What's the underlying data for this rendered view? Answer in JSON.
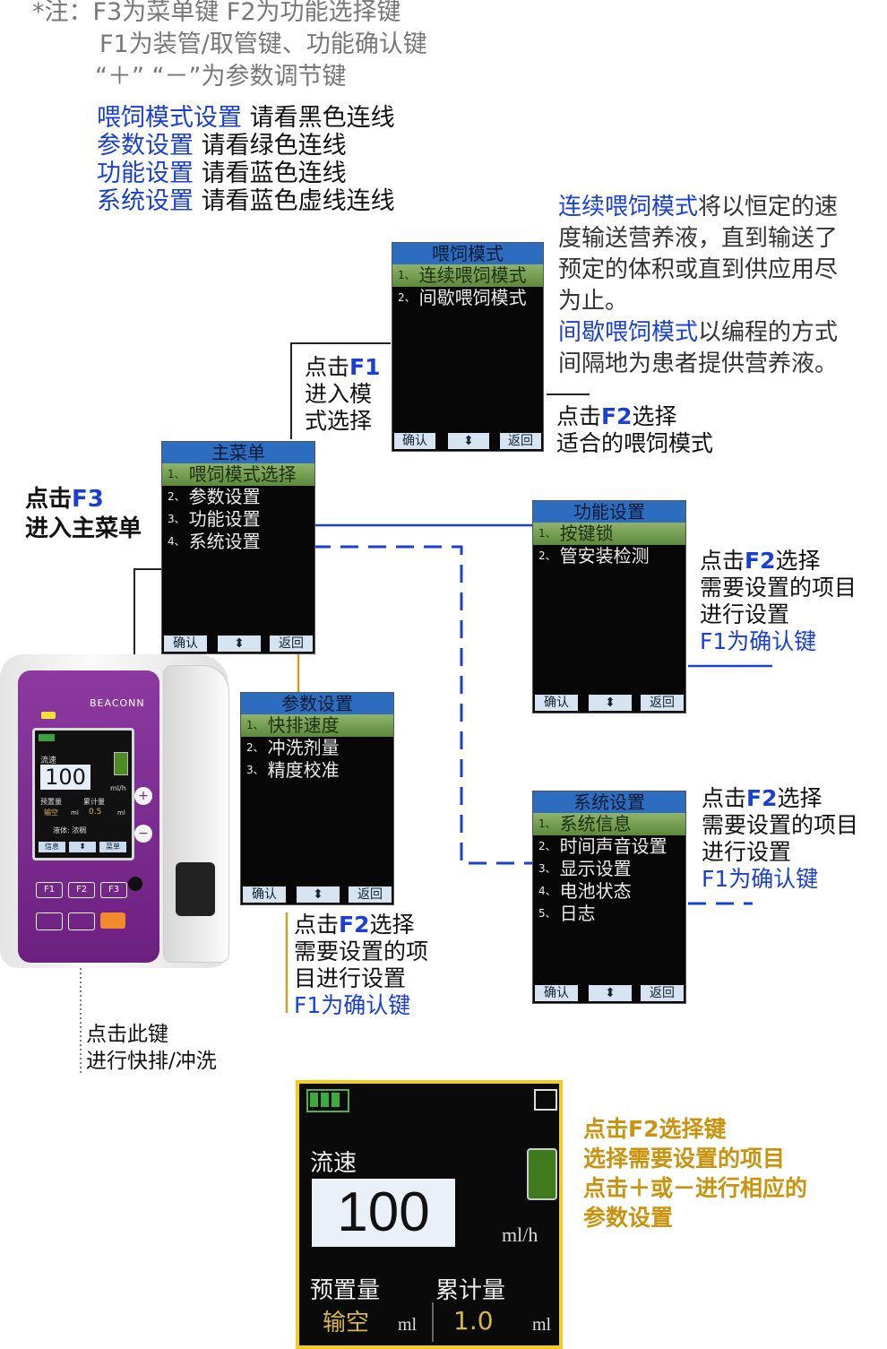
{
  "notes": {
    "line1": "*注：F3为菜单键 F2为功能选择键",
    "line2": "F1为装管/取管键、功能确认键",
    "line3": "“＋” “－”为参数调节键"
  },
  "legend": [
    {
      "name": "喂饲模式设置",
      "desc": "请看黑色连线"
    },
    {
      "name": "参数设置",
      "desc": "请看绿色连线"
    },
    {
      "name": "功能设置",
      "desc": "请看蓝色连线"
    },
    {
      "name": "系统设置",
      "desc": "请看蓝色虚线连线"
    }
  ],
  "mode_desc": {
    "cont_name": "连续喂饲模式",
    "cont_text_1": "将以恒定的速",
    "cont_text_2": "度输送营养液，直到输送了",
    "cont_text_3": "预定的体积或直到供应用尽",
    "cont_text_4": "为止。",
    "inter_name": "间歇喂饲模式",
    "inter_text_1": "以编程的方式",
    "inter_text_2": "间隔地为患者提供营养液。"
  },
  "callouts": {
    "f1_click": "点击",
    "f1_key": "F1",
    "f1_line2": "进入模",
    "f1_line3": "式选择",
    "f2_mode_click": "点击",
    "f2_mode_key": "F2",
    "f2_mode_rest": "选择",
    "f2_mode_line2": "适合的喂饲模式",
    "f3_click": "点击",
    "f3_key": "F3",
    "f3_line2": "进入主菜单",
    "func_click": "点击",
    "func_key": "F2",
    "func_rest": "选择",
    "func_line2": "需要设置的项目",
    "func_line3": "进行设置",
    "func_line4": "F1为确认键",
    "sys_click": "点击",
    "sys_key": "F2",
    "sys_rest": "选择",
    "sys_line2": "需要设置的项目",
    "sys_line3": "进行设置",
    "sys_line4": "F1为确认键",
    "param_click": "点击",
    "param_key": "F2",
    "param_rest": "选择",
    "param_line2": "需要设置的项",
    "param_line3": "目进行设置",
    "param_line4": "F1为确认键",
    "flush_line1": "点击此键",
    "flush_line2": "进行快排/冲洗",
    "bottom_1": "点击F2选择键",
    "bottom_2": "选择需要设置的项目",
    "bottom_3": "点击＋或－进行相应的",
    "bottom_4": "参数设置"
  },
  "screens": {
    "feed_mode": {
      "title": "喂饲模式",
      "items": [
        "连续喂饲模式",
        "间歇喂饲模式"
      ]
    },
    "main_menu": {
      "title": "主菜单",
      "items": [
        "喂饲模式选择",
        "参数设置",
        "功能设置",
        "系统设置"
      ]
    },
    "function": {
      "title": "功能设置",
      "items": [
        "按键锁",
        "管安装检测"
      ]
    },
    "params": {
      "title": "参数设置",
      "items": [
        "快排速度",
        "冲洗剂量",
        "精度校准"
      ]
    },
    "system": {
      "title": "系统设置",
      "items": [
        "系统信息",
        "时间声音设置",
        "显示设置",
        "电池状态",
        "日志"
      ]
    },
    "footer": {
      "confirm": "确认",
      "arrows": "⬍",
      "back": "返回"
    },
    "item_numbers": [
      "1、",
      "2、",
      "3、",
      "4、",
      "5、"
    ]
  },
  "device": {
    "brand": "BEACONN",
    "flow_label": "流速",
    "flow_value": "100",
    "unit_rate": "ml/h",
    "preset_label": "预置量",
    "total_label": "累计量",
    "preset_value": "输空",
    "total_value": "0.5",
    "unit_ml": "ml",
    "fluid": "液体: 浓稠",
    "info_btn": "信息",
    "menu_btn": "菜单",
    "keys": [
      "F1",
      "F2",
      "F3"
    ],
    "plus": "+",
    "minus": "−"
  },
  "big_display": {
    "flow_label": "流速",
    "flow_value": "100",
    "unit_rate": "ml/h",
    "preset_label": "预置量",
    "total_label": "累计量",
    "preset_value": "输空",
    "total_value": "1.0",
    "unit_ml": "ml"
  },
  "colors": {
    "accent_blue": "#1a3fd6",
    "param_line": "#c9a12a",
    "highlight_yellow": "#f2cc1f",
    "device_purple": "#7c2a8a"
  }
}
